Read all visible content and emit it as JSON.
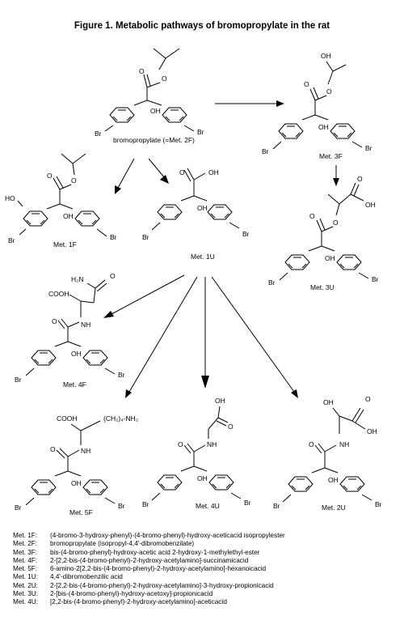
{
  "title": "Figure 1.  Metabolic pathways of bromopropylate in the rat",
  "atoms": {
    "br": "Br",
    "oh": "OH",
    "o": "O",
    "nh": "NH",
    "h2n": "H₂N",
    "cooh": "COOH",
    "ho": "HO",
    "lysine_chain": "(CH₂)₄-NH₂"
  },
  "compounds": {
    "parent": "bromopropylate (=Met. 2F)",
    "met1F": "Met. 1F",
    "met1U": "Met. 1U",
    "met3F": "Met. 3F",
    "met3U": "Met. 3U",
    "met4F": "Met. 4F",
    "met5F": "Met. 5F",
    "met4U": "Met. 4U",
    "met2U": "Met. 2U"
  },
  "legend": [
    {
      "key": "Met. 1F:",
      "desc": "(4-bromo-3-hydroxy-phenyl)-(4-bromo-phenyl)-hydroxy-aceticacid isopropylester"
    },
    {
      "key": "Met. 2F:",
      "desc": "bromopropylate (isopropyl-4,4'-dibromobenzilate)"
    },
    {
      "key": "Met. 3F:",
      "desc": "bis-(4-bromo-phenyl)-hydroxy-acetic acid 2-hydroxy-1-methylethyl-ester"
    },
    {
      "key": "Met. 4F:",
      "desc": "2-[2,2-bis-(4-bromo-phenyl)-2-hydroxy-acetylamino]-succinamicacid"
    },
    {
      "key": "Met. 5F:",
      "desc": "6-amino-2[2,2-bis-(4-bromo-phenyl)-2-hydroxy-acetylamino]-hexanoicacid"
    },
    {
      "key": "Met. 1U:",
      "desc": "4,4'-dibromobenzilic acid"
    },
    {
      "key": "Met. 2U:",
      "desc": "2-[2,2-bis-(4-bromo-phenyl)-2-hydroxy-acetylamino]-3-hydroxy-propionicacid"
    },
    {
      "key": "Met. 3U:",
      "desc": "2-[bis-(4-bromo-phenyl)-hydroxy-acetoxy]-propionicacid"
    },
    {
      "key": "Met. 4U:",
      "desc": "[2,2-bis-(4-bromo-phenyl)-2-hydroxy-acetylamino]-aceticacid"
    }
  ]
}
